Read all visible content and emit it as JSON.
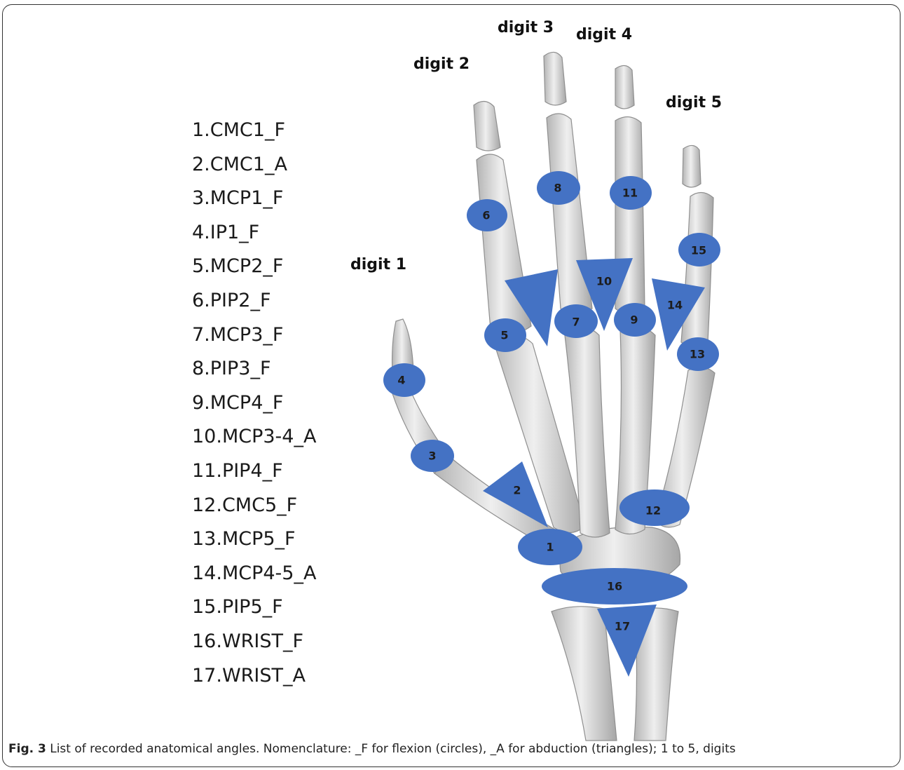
{
  "angles": [
    "1.CMC1_F",
    "2.CMC1_A",
    "3.MCP1_F",
    "4.IP1_F",
    "5.MCP2_F",
    "6.PIP2_F",
    "7.MCP3_F",
    "8.PIP3_F",
    "9.MCP4_F",
    "10.MCP3-4_A",
    "11.PIP4_F",
    "12.CMC5_F",
    "13.MCP5_F",
    "14.MCP4-5_A",
    "15.PIP5_F",
    "16.WRIST_F",
    "17.WRIST_A"
  ],
  "digits": {
    "d1": "digit 1",
    "d2": "digit 2",
    "d3": "digit 3",
    "d4": "digit 4",
    "d5": "digit 5"
  },
  "markers": [
    "1",
    "2",
    "3",
    "4",
    "5",
    "6",
    "7",
    "8",
    "9",
    "10",
    "11",
    "12",
    "13",
    "14",
    "15",
    "16",
    "17"
  ],
  "caption": {
    "label": "Fig. 3",
    "text": " List of recorded anatomical angles. Nomenclature: _F for flexion (circles), _A for abduction (triangles); 1 to 5, digits"
  },
  "colors": {
    "marker_fill": "#4472c4",
    "bone_light": "#f0f0f0",
    "bone_dark": "#a9a9a9"
  }
}
